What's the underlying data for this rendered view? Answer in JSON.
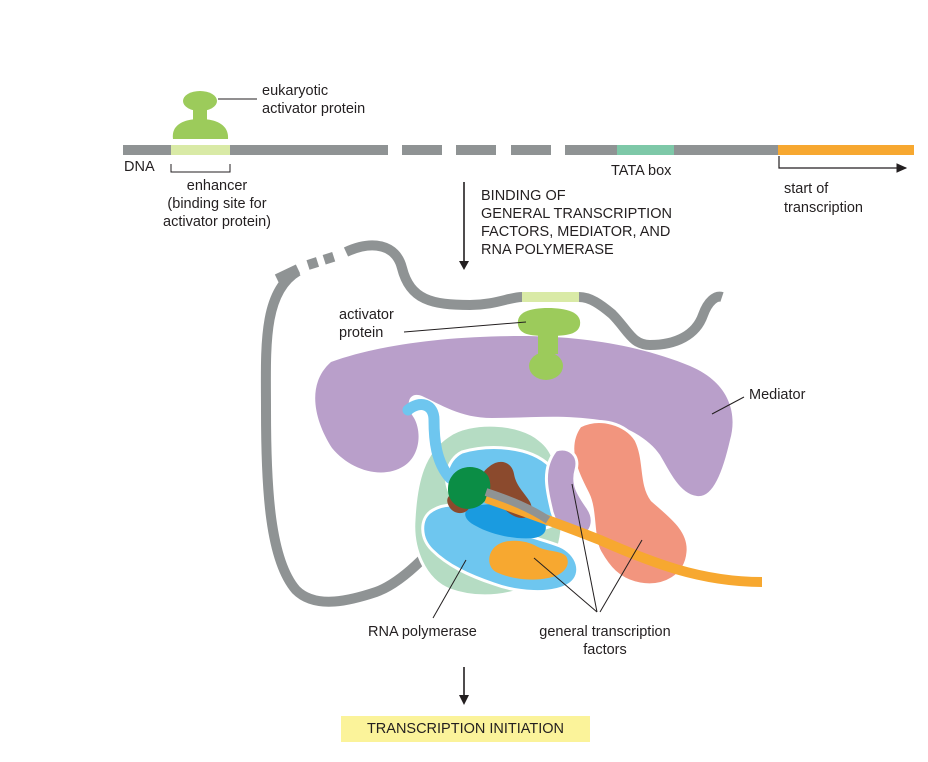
{
  "labels": {
    "activator_top_line1": "eukaryotic",
    "activator_top_line2": "activator protein",
    "dna": "DNA",
    "tata": "TATA box",
    "enhancer_line1": "enhancer",
    "enhancer_line2": "(binding site for",
    "enhancer_line3": "activator protein)",
    "start_line1": "start of",
    "start_line2": "transcription",
    "binding_line1": "BINDING OF",
    "binding_line2": "GENERAL TRANSCRIPTION",
    "binding_line3": "FACTORS, MEDIATOR, AND",
    "binding_line4": "RNA POLYMERASE",
    "activator_line1": "activator",
    "activator_line2": "protein",
    "mediator": "Mediator",
    "rnapol": "RNA polymerase",
    "gtf_line1": "general transcription",
    "gtf_line2": "factors",
    "initiation": "TRANSCRIPTION INITIATION"
  },
  "colors": {
    "dna": "#8f9394",
    "activator": "#9ccb5b",
    "enhancer": "#d9eaa6",
    "tata": "#7ec8a8",
    "transcribed": "#f7a830",
    "mediator": "#b99fca",
    "polymerase_light_green": "#b5dcc3",
    "polymerase_blue": "#6ec6ef",
    "polymerase_dark_blue": "#1a9be0",
    "dark_green": "#0b8d45",
    "brown": "#8b4a2d",
    "salmon": "#f2957e",
    "orange_tf": "#f7a830",
    "banner": "#fbf39a"
  }
}
